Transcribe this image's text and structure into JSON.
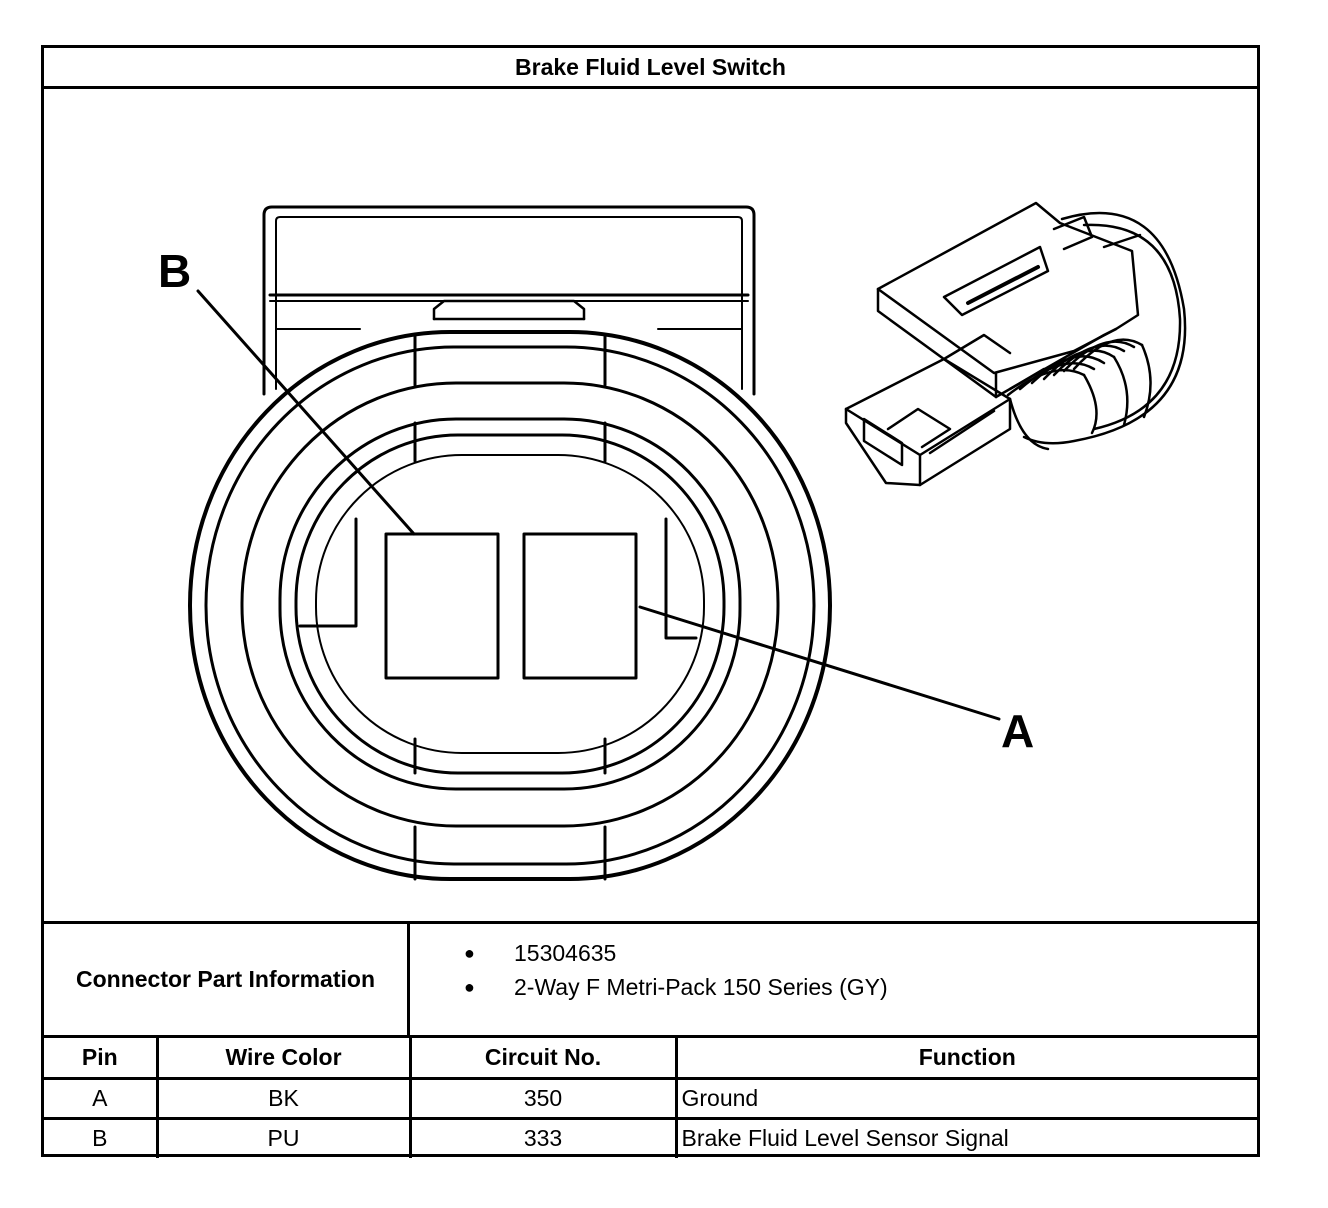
{
  "title": "Brake Fluid Level Switch",
  "callouts": {
    "pin_b": "B",
    "pin_a": "A"
  },
  "connector_info": {
    "label": "Connector Part Information",
    "items": [
      "15304635",
      "2-Way F Metri-Pack 150 Series (GY)"
    ]
  },
  "table": {
    "headers": {
      "pin": "Pin",
      "wire_color": "Wire Color",
      "circuit": "Circuit No.",
      "function": "Function"
    },
    "rows": [
      {
        "pin": "A",
        "wire_color": "BK",
        "circuit": "350",
        "function": "Ground"
      },
      {
        "pin": "B",
        "wire_color": "PU",
        "circuit": "333",
        "function": "Brake Fluid Level Sensor Signal"
      }
    ]
  }
}
